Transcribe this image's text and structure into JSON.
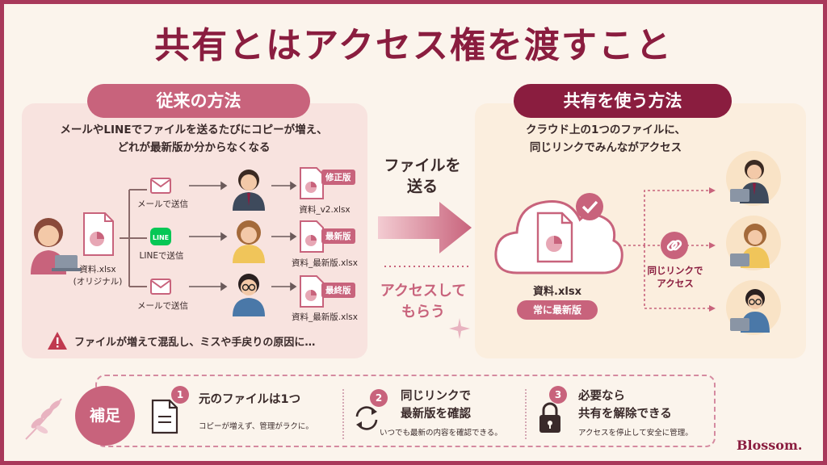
{
  "title": "共有とはアクセス権を渡すこと",
  "left": {
    "pill": "従来の方法",
    "desc_line1": "メールやLINEでファイルを送るたびにコピーが増え、",
    "desc_line2": "どれが最新版か分からなくなる",
    "original_file": "資料.xlsx",
    "original_note": "(オリジナル)",
    "channels": [
      {
        "label": "メールで送信",
        "icon": "mail-icon",
        "file": "資料_v2.xlsx",
        "badge": "修正版"
      },
      {
        "label": "LINEで送信",
        "icon": "line-icon",
        "file": "資料_最新版.xlsx",
        "badge": "最新版"
      },
      {
        "label": "メールで送信",
        "icon": "mail-icon",
        "file": "資料_最新版.xlsx",
        "badge": "最終版"
      }
    ],
    "line_logo_text": "LINE",
    "warning": "ファイルが増えて混乱し、ミスや手戻りの原因に…"
  },
  "center": {
    "send_line1": "ファイルを",
    "send_line2": "送る",
    "access_line1": "アクセスして",
    "access_line2": "もらう"
  },
  "right": {
    "pill": "共有を使う方法",
    "desc_line1": "クラウド上の1つのファイルに、",
    "desc_line2": "同じリンクでみんながアクセス",
    "file": "資料.xlsx",
    "badge": "常に最新版",
    "link_line1": "同じリンクで",
    "link_line2": "アクセス"
  },
  "bottom": {
    "hosoku": "補足",
    "items": [
      {
        "num": "1",
        "title_line1": "元のファイルは1つ",
        "title_line2": "",
        "sub": "コピーが増えず、管理がラクに。",
        "icon": "document-icon"
      },
      {
        "num": "2",
        "title_line1": "同じリンクで",
        "title_line2": "最新版を確認",
        "sub": "いつでも最新の内容を確認できる。",
        "icon": "sync-icon"
      },
      {
        "num": "3",
        "title_line1": "必要なら",
        "title_line2": "共有を解除できる",
        "sub": "アクセスを停止して安全に管理。",
        "icon": "lock-icon"
      }
    ]
  },
  "logo": "Blossom.",
  "colors": {
    "accent": "#8a1d3f",
    "pink": "#c8637c",
    "line_green": "#06c755"
  }
}
